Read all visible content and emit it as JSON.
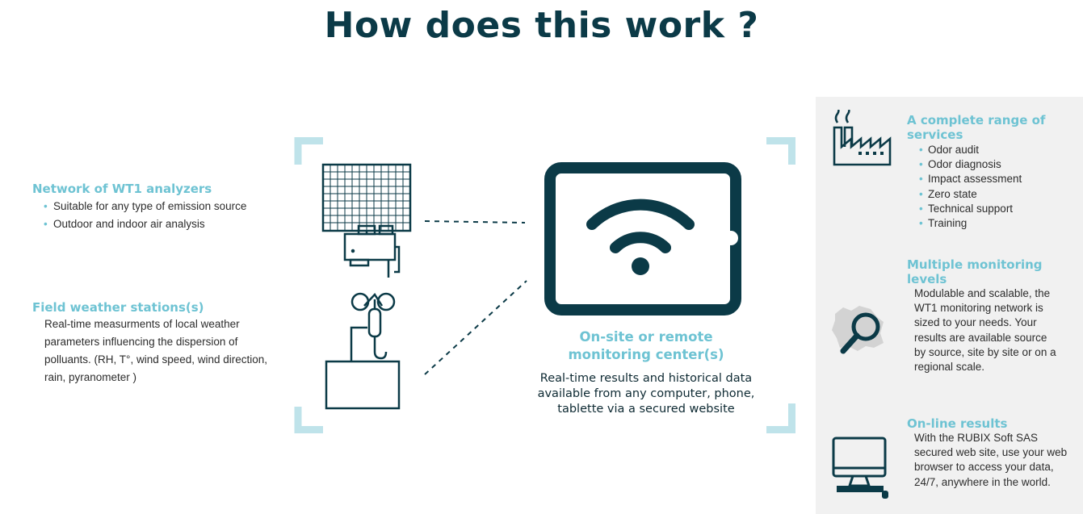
{
  "title": "How does this work ?",
  "left": {
    "network": {
      "heading": "Network of WT1 analyzers",
      "items": [
        "Suitable for any type of emission source",
        "Outdoor and indoor air analysis"
      ]
    },
    "weather": {
      "heading": "Field weather stations(s)",
      "text": "Real-time measurments of local weather parameters influencing the dispersion of polluants. (RH, T°, wind speed, wind direction, rain, pyranometer )"
    }
  },
  "center": {
    "subtitle_line1": "On-site or remote",
    "subtitle_line2": "monitoring center(s)",
    "description": "Real-time results and historical data available from any computer, phone, tablette via a secured website"
  },
  "side": {
    "services": {
      "heading_line1": "A complete range of",
      "heading_line2": "services",
      "items": [
        "Odor audit",
        "Odor diagnosis",
        "Impact assessment",
        "Zero state",
        "Technical support",
        "Training"
      ]
    },
    "monitoring": {
      "heading_line1": "Multiple monitoring",
      "heading_line2": "levels",
      "text": "Modulable and scalable, the WT1 monitoring network is sized to your needs. Your results are available source by source, site by site or on a regional scale."
    },
    "online": {
      "heading": "On-line results",
      "text": "With the RUBIX Soft SAS secured web site, use your web browser to access your data, 24/7, anywhere in the world."
    }
  },
  "colors": {
    "accent": "#6ec3d3",
    "dark": "#0b3a47",
    "panel": "#f1f1f1"
  },
  "icons": [
    "factory-icon",
    "magnifier-map-icon",
    "computer-icon",
    "tablet-wifi-icon",
    "analyzer-icon",
    "weather-station-icon"
  ]
}
